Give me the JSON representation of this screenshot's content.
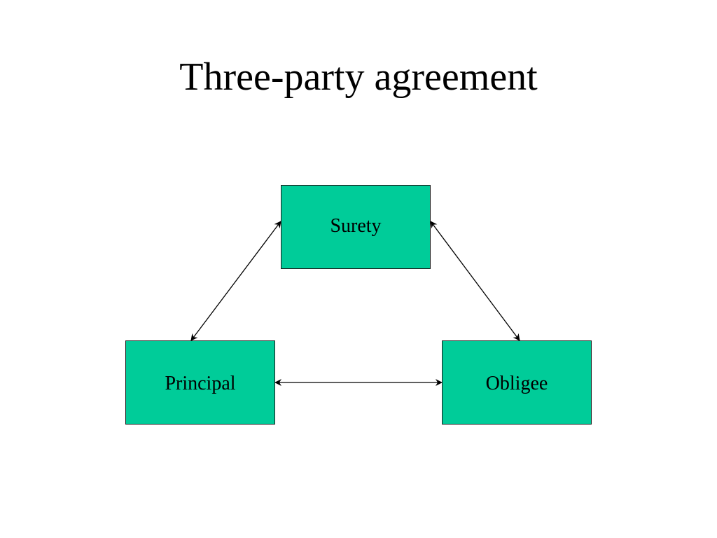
{
  "title": "Three-party agreement",
  "colors": {
    "box_fill": "#00CC99",
    "line": "#000000",
    "text": "#000000",
    "background": "#FFFFFF"
  },
  "nodes": {
    "surety": "Surety",
    "principal": "Principal",
    "obligee": "Obligee"
  },
  "edges": [
    {
      "from": "surety",
      "to": "principal",
      "arrows": "both"
    },
    {
      "from": "surety",
      "to": "obligee",
      "arrows": "both"
    },
    {
      "from": "principal",
      "to": "obligee",
      "arrows": "both"
    }
  ]
}
